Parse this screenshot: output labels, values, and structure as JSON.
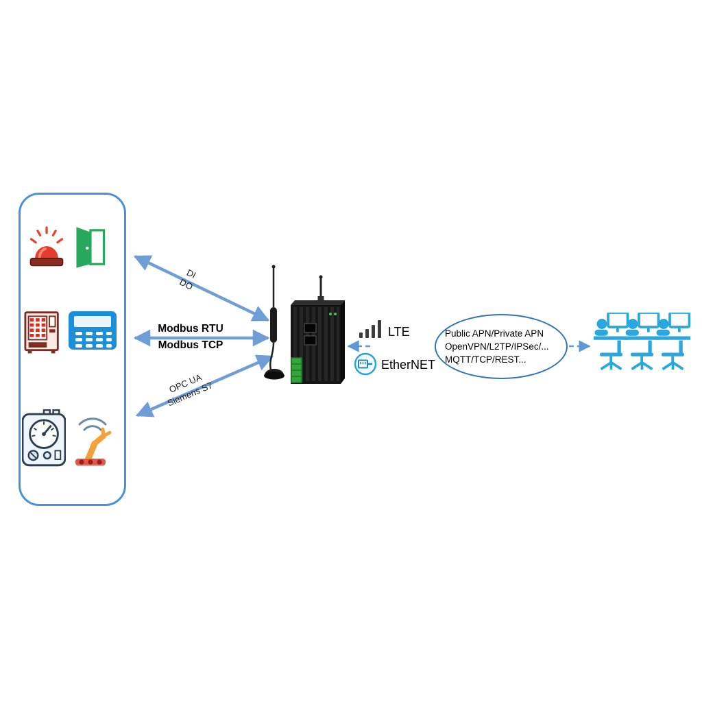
{
  "colors": {
    "device_box_border": "#4a90d9",
    "solid_arrow": "#6f9ed6",
    "dashed_arrow": "#5b9bd5",
    "ellipse_border": "#2e75b6",
    "workstation_icon": "#2aa7de",
    "label_text": "#000000"
  },
  "field_devices": {
    "icon_names": [
      "siren-alarm-icon",
      "door-icon",
      "vending-machine-icon",
      "control-panel-icon",
      "meter-gauge-icon",
      "robot-arm-icon"
    ]
  },
  "links": {
    "di_do": {
      "line1": "DI",
      "line2": "DO"
    },
    "modbus": {
      "line1": "Modbus RTU",
      "line2": "Modbus TCP"
    },
    "opc": {
      "line1": "OPC UA",
      "line2": "Siemens S7"
    }
  },
  "wan": {
    "lte_label": "LTE",
    "ethernet_label": "EtherNET"
  },
  "cloud": {
    "line1": "Public APN/Private APN",
    "line2": "OpenVPN/L2TP/IPSec/...",
    "line3": "MQTT/TCP/REST..."
  }
}
